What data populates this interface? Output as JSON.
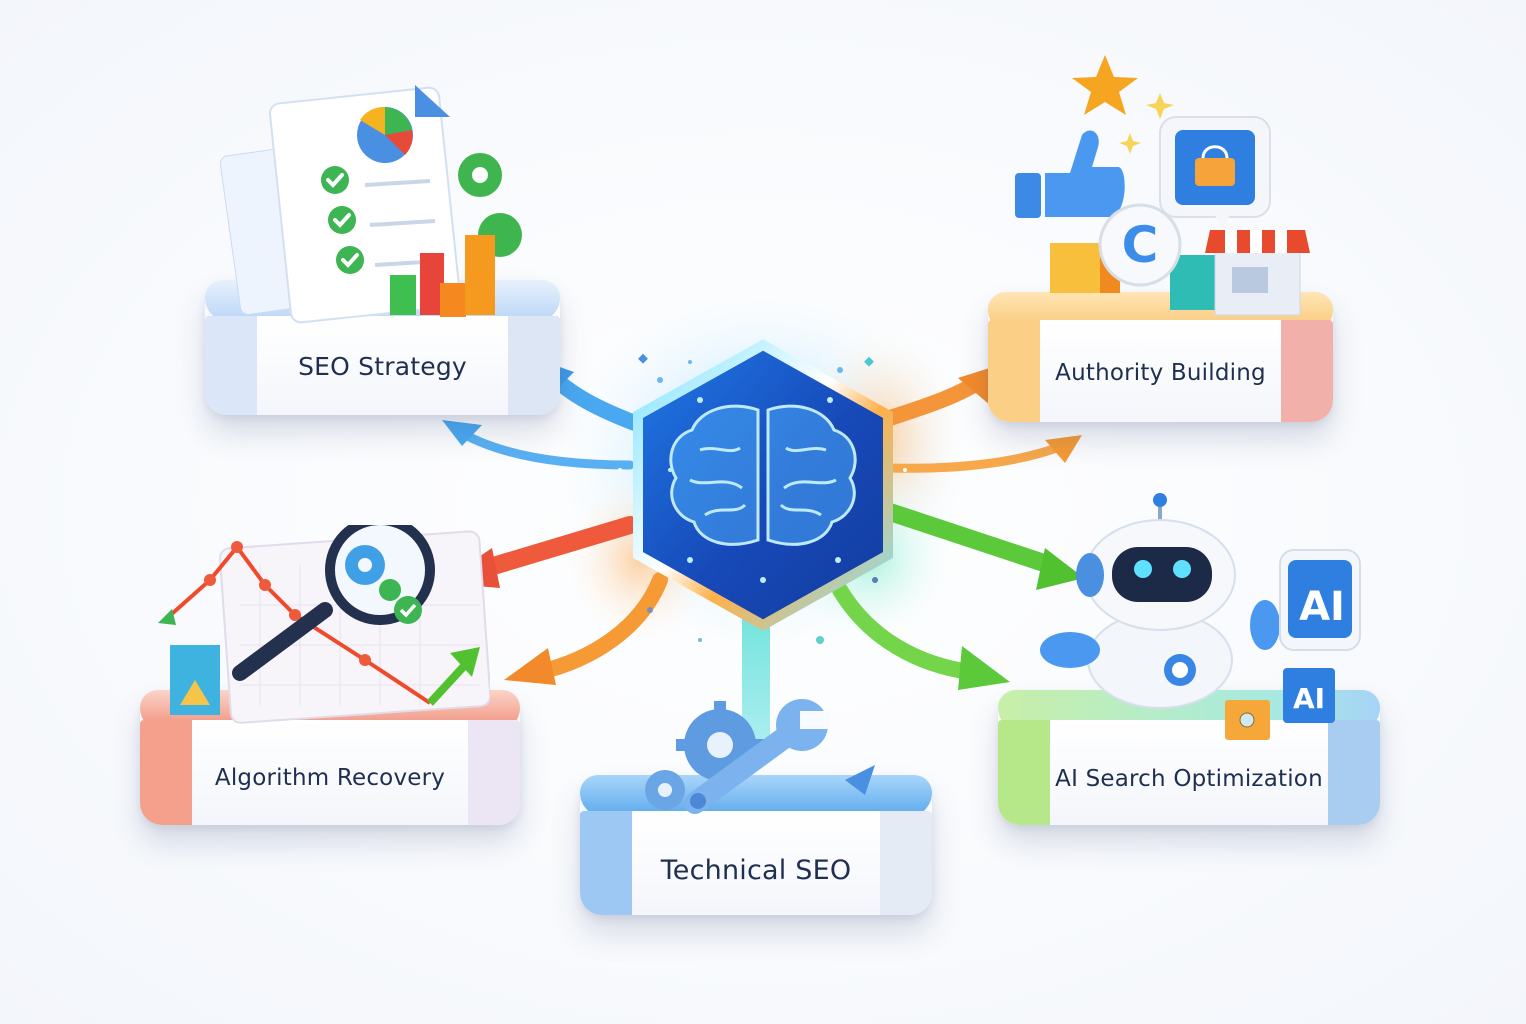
{
  "diagram": {
    "type": "hub-and-spoke",
    "background": "#f7f9fc",
    "hub": {
      "icon": "brain-icon",
      "shape": "hexagon",
      "colors": {
        "fill": "#1e5bd0",
        "glow": "#6fc9ff",
        "brain": "#7fc8ff"
      }
    },
    "nodes": [
      {
        "id": "seo-strategy",
        "label": "SEO Strategy",
        "position": "top-left",
        "accent": "#4a90e2",
        "icons": [
          "document-icon",
          "pie-chart-icon",
          "checkmark-icon",
          "bar-chart-icon",
          "gear-icon"
        ]
      },
      {
        "id": "authority-building",
        "label": "Authority Building",
        "position": "top-right",
        "accent": "#f5a53a",
        "icons": [
          "star-icon",
          "thumbs-up-icon",
          "speech-bubble-icon",
          "shopping-bag-icon",
          "copyright-icon",
          "storefront-icon"
        ]
      },
      {
        "id": "algorithm-recovery",
        "label": "Algorithm Recovery",
        "position": "bottom-left",
        "accent": "#f0705a",
        "icons": [
          "line-chart-icon",
          "magnifier-icon",
          "gear-icon",
          "checkmark-icon",
          "up-arrow-icon"
        ]
      },
      {
        "id": "technical-seo",
        "label": "Technical SEO",
        "position": "bottom-center",
        "accent": "#4a9ae8",
        "icons": [
          "gear-icon",
          "wrench-icon"
        ]
      },
      {
        "id": "ai-search-optimization",
        "label": "AI Search Optimization",
        "position": "bottom-right",
        "accent": "#6cc24a",
        "icons": [
          "robot-icon",
          "ai-badge-icon",
          "ai-cube-icon",
          "box-icon"
        ]
      }
    ],
    "ai_badge_text": "AI",
    "copyright_glyph": "C",
    "edges": [
      {
        "from": "hub",
        "to": "seo-strategy",
        "color": "#4aa8f0",
        "count": 2
      },
      {
        "from": "hub",
        "to": "authority-building",
        "color": "#f5953a",
        "count": 2
      },
      {
        "from": "hub",
        "to": "algorithm-recovery",
        "color": "#ef5a3c",
        "count": 1
      },
      {
        "from": "hub",
        "to": "algorithm-recovery",
        "color": "#f59a35",
        "count": 1
      },
      {
        "from": "hub",
        "to": "technical-seo",
        "color": "#5fd4c8",
        "count": 1
      },
      {
        "from": "hub",
        "to": "ai-search-optimization",
        "color": "#5cc93a",
        "count": 2
      }
    ]
  }
}
